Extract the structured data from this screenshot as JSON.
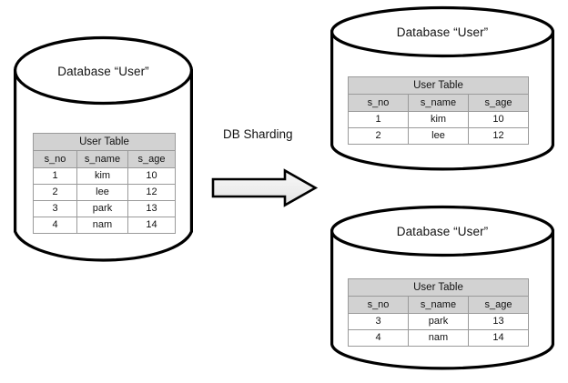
{
  "diagram": {
    "type": "db-sharding-diagram",
    "source_database": {
      "label": "Database “User”",
      "table": {
        "title": "User Table",
        "columns": [
          "s_no",
          "s_name",
          "s_age"
        ],
        "rows": [
          [
            "1",
            "kim",
            "10"
          ],
          [
            "2",
            "lee",
            "12"
          ],
          [
            "3",
            "park",
            "13"
          ],
          [
            "4",
            "nam",
            "14"
          ]
        ]
      }
    },
    "transform": {
      "label": "DB Sharding",
      "arrow_direction": "right"
    },
    "shards": [
      {
        "label": "Database “User”",
        "table": {
          "title": "User Table",
          "columns": [
            "s_no",
            "s_name",
            "s_age"
          ],
          "rows": [
            [
              "1",
              "kim",
              "10"
            ],
            [
              "2",
              "lee",
              "12"
            ]
          ]
        }
      },
      {
        "label": "Database “User”",
        "table": {
          "title": "User Table",
          "columns": [
            "s_no",
            "s_name",
            "s_age"
          ],
          "rows": [
            [
              "3",
              "park",
              "13"
            ],
            [
              "4",
              "nam",
              "14"
            ]
          ]
        }
      }
    ],
    "colors": {
      "stroke": "#000000",
      "cylinder_fill": "#ffffff",
      "table_header_fill": "#d2d2d2",
      "table_cell_fill": "#ffffff",
      "table_border": "#9a9a9a",
      "arrow_fill": "#efefef",
      "background": "#ffffff"
    }
  }
}
